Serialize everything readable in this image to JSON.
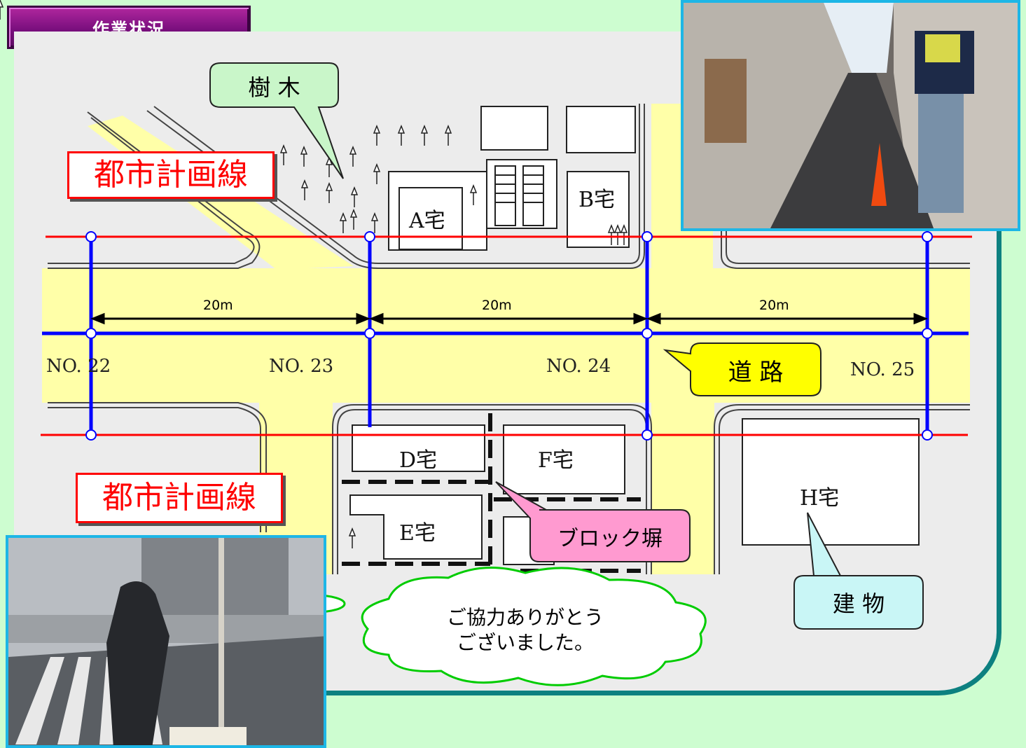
{
  "title": "作業状況",
  "labels": {
    "trees": "樹 木",
    "road": "道 路",
    "block_wall": "ブロック塀",
    "building": "建 物",
    "thanks_line1": "ご協力ありがとう",
    "thanks_line2": "ございました。"
  },
  "city_plan_lines": [
    "都市計画線",
    "都市計画線"
  ],
  "houses": {
    "a": "A宅",
    "b": "B宅",
    "d": "D宅",
    "e": "E宅",
    "f": "F宅",
    "h": "H宅"
  },
  "stations": [
    "NO. 22",
    "NO. 23",
    "NO. 24",
    "NO. 25"
  ],
  "distances": [
    "20m",
    "20m",
    "20m"
  ],
  "colors": {
    "background": "#cdfdd0",
    "panel": "#ececec",
    "road": "#ffffa8",
    "plan_line": "#ff0000",
    "center_line": "#0000ff",
    "title": "#7a0f7e",
    "photo_border": "#1db6e6"
  }
}
